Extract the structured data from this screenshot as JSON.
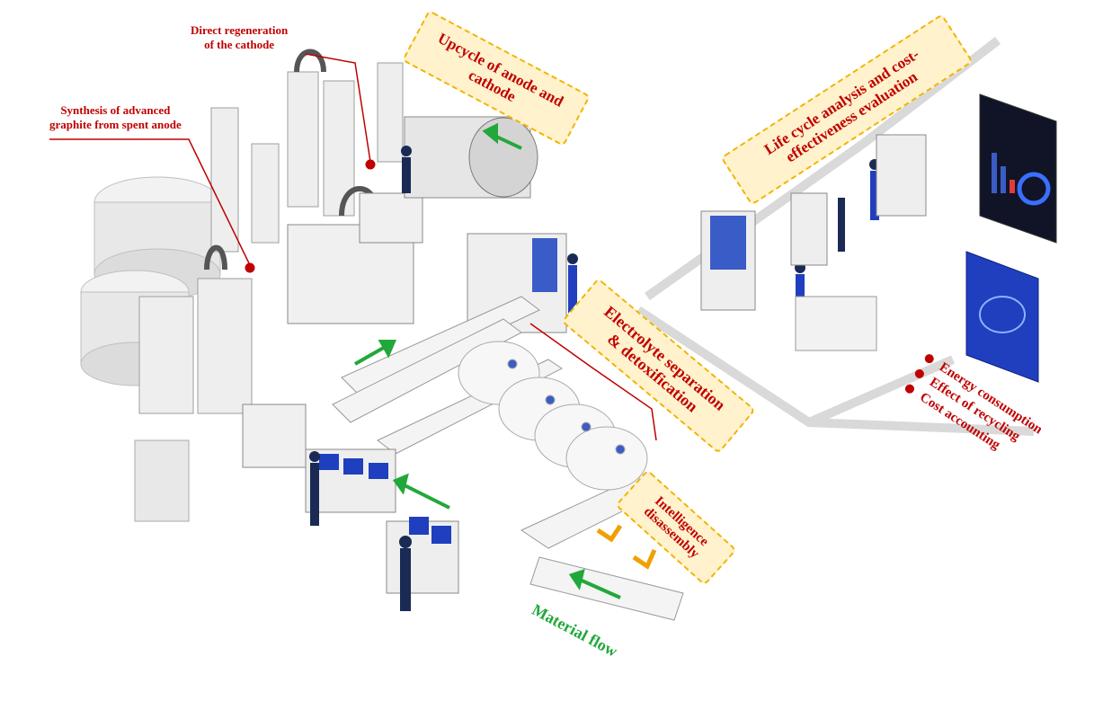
{
  "labels": {
    "direct_regeneration": "Direct regeneration\nof the cathode",
    "synthesis_graphite": "Synthesis of advanced\ngraphite from spent anode"
  },
  "boxes": {
    "upcycle": "Upcycle of anode and\ncathode",
    "life_cycle": "Life cycle analysis and cost-\neffectiveness evaluation",
    "electrolyte": "Electrolyte separation\n& detoxification",
    "intelligence": "Intelligence\ndisassembly"
  },
  "material_flow": "Material flow",
  "evaluation_items": [
    "Energy consumption",
    "Effect of recycling",
    "Cost accounting"
  ],
  "colors": {
    "label_red": "#c00000",
    "box_fill": "#fff2cc",
    "box_border": "#f0b400",
    "flow_green": "#22a83a",
    "worker_blue": "#1f3fbf",
    "screen_dark": "#101426"
  }
}
